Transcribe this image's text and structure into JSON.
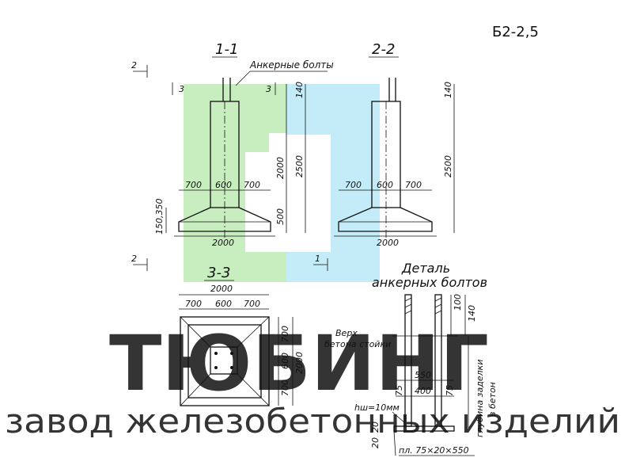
{
  "header": {
    "code": "Б2-2,5"
  },
  "watermark": {
    "brand": "ТЮБИНГ",
    "tagline": "завод железобетонных изделий",
    "colors": {
      "green": "#c8eec0",
      "blue": "#c4ecf8",
      "gray": "#c9c9c9"
    }
  },
  "sections": {
    "s11": {
      "title": "1-1",
      "callout": "Анкерные болты"
    },
    "s22": {
      "title": "2-2"
    },
    "s33": {
      "title": "3-3"
    },
    "detail": {
      "title_line1": "Деталь",
      "title_line2": "анкерных болтов"
    }
  },
  "markers": {
    "m2": "2",
    "m3": "3",
    "m1": "1"
  },
  "dims": {
    "d140": "140",
    "d2000": "2000",
    "d2500": "2500",
    "d700": "700",
    "d600": "600",
    "d500": "500",
    "d150350": "150,350"
  },
  "detail_labels": {
    "top_concrete_1": "Верх",
    "top_concrete_2": "бетона стойки",
    "d100": "100",
    "d140": "140",
    "d550": "550",
    "d400": "400",
    "d75": "75",
    "d20": "20",
    "hw": "hш=10мм",
    "plate": "пл. 75×20×550",
    "embed_1": "глубина заделки",
    "embed_2": "в бетон"
  }
}
